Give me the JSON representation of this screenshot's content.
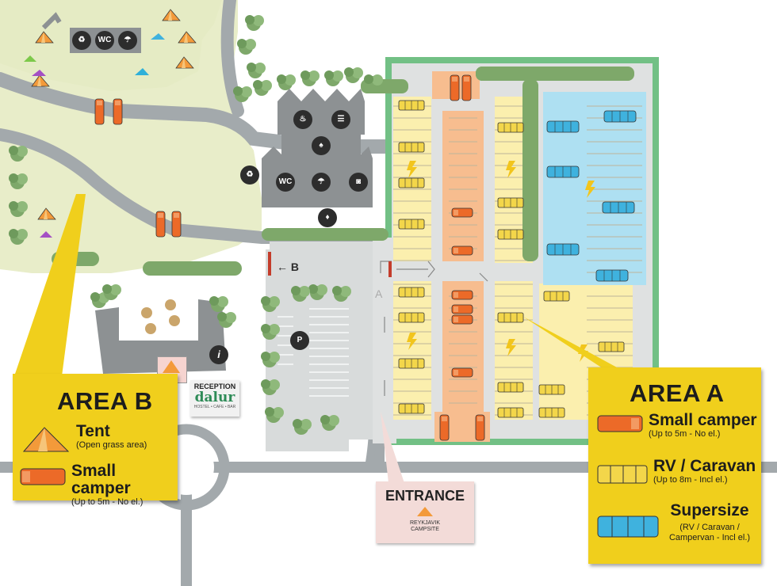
{
  "area_b": {
    "title": "AREA B",
    "tent_label": "Tent",
    "tent_sub": "(Open grass area)",
    "camper_label": "Small camper",
    "camper_sub": "(Up to 5m - No el.)"
  },
  "area_a": {
    "title": "AREA A",
    "small_label": "Small camper",
    "small_sub": "(Up to 5m - No el.)",
    "rv_label": "RV / Caravan",
    "rv_sub": "(Up to 8m - Incl el.)",
    "super_label": "Supersize",
    "super_sub": "(RV / Caravan / Campervan - Incl el.)"
  },
  "reception": {
    "label": "RECEPTION",
    "brand": "dalur",
    "tagline": "HOSTEL • CAFE • BAR",
    "info_glyph": "i"
  },
  "entrance": {
    "label": "ENTRANCE",
    "campsite": "REYKJAVIK CAMPSITE"
  },
  "markers": {
    "b": "B",
    "a": "A",
    "parking": "P",
    "wc": "WC"
  },
  "icons": [
    "recycling-icon",
    "wc-icon",
    "shower-icon",
    "cooking-pot-icon",
    "picnic-table-icon",
    "grill-icon",
    "laundry-icon",
    "water-drop-icon",
    "electricity-icon",
    "info-icon",
    "parking-icon",
    "tent-icon"
  ],
  "colors": {
    "grass": "#e8edc9",
    "road": "#9ea5a8",
    "tree": "#7ea86a",
    "area_green": "#72c085",
    "slot_yellow": "#fbefae",
    "slot_orange": "#f7bd8f",
    "slot_blue": "#aee0f2",
    "card_yellow": "#f0cf1c",
    "camper_orange": "#ec6a28",
    "rv_yellow": "#f3d64a",
    "super_blue": "#3fb2de"
  }
}
